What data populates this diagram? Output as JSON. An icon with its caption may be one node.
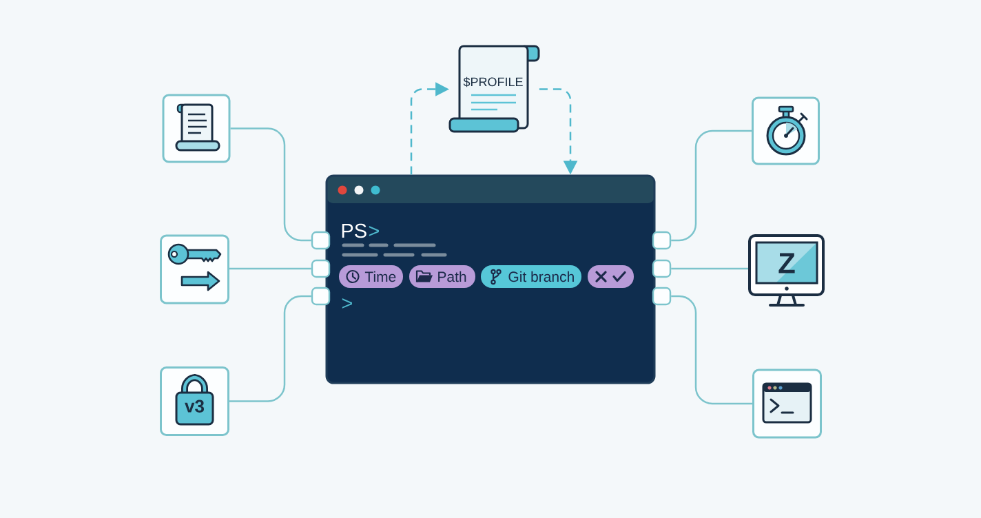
{
  "diagram": {
    "nodes": [
      {
        "text": [
          "$PROFILE"
        ]
      },
      {
        "text": [
          "PS"
        ]
      },
      {
        "text": [
          "Time"
        ],
        "in": 1
      },
      {
        "text": [
          "Path"
        ],
        "in": 1
      },
      {
        "text": [
          "Git branch"
        ],
        "in": 1
      },
      {
        "text": [],
        "shape": "box",
        "in": 1
      },
      {
        "text": [],
        "shape": "box"
      },
      {
        "text": [],
        "shape": "box"
      },
      {
        "text": [
          "v3"
        ]
      },
      {
        "text": [],
        "shape": "box"
      },
      {
        "text": [
          "Z"
        ]
      },
      {
        "text": [],
        "shape": "box"
      },
      {
        "text": [],
        "shape": "box"
      },
      {
        "text": [],
        "shape": "box"
      },
      {
        "text": [],
        "shape": "box"
      },
      {
        "text": [],
        "shape": "box"
      },
      {
        "text": [],
        "shape": "box"
      },
      {
        "text": [],
        "shape": "box"
      }
    ],
    "edges": [
      {
        "from": 1,
        "to": 0,
        "arrow": "to",
        "style": "dashed",
        "color": "#4fb8cc"
      },
      {
        "from": 0,
        "to": 1,
        "arrow": "to",
        "style": "dashed",
        "color": "#4fb8cc"
      },
      {
        "from": 6,
        "to": 12,
        "arrow": "none"
      },
      {
        "from": 7,
        "to": 13,
        "arrow": "none"
      },
      {
        "from": 8,
        "to": 14,
        "arrow": "none"
      },
      {
        "from": 9,
        "to": 15,
        "arrow": "none"
      },
      {
        "from": 10,
        "to": 16,
        "arrow": "none"
      },
      {
        "from": 11,
        "to": 17,
        "arrow": "none"
      }
    ],
    "labels": [
      ">",
      ">"
    ]
  }
}
